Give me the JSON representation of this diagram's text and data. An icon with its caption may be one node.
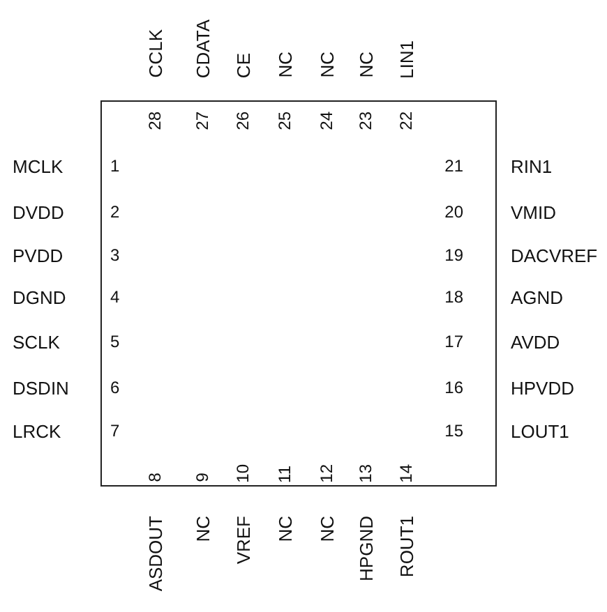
{
  "diagram": {
    "labels": [
      "CCLK",
      "CDATA",
      "CE",
      "NC",
      "NC",
      "NC",
      "LIN1",
      "28",
      "27",
      "26",
      "25",
      "24",
      "23",
      "22",
      "MCLK",
      "1",
      "21",
      "RIN1",
      "DVDD",
      "2",
      "20",
      "VMID",
      "PVDD",
      "3",
      "19",
      "DACVREF",
      "DGND",
      "4",
      "18",
      "AGND",
      "SCLK",
      "5",
      "17",
      "AVDD",
      "DSDIN",
      "6",
      "16",
      "HPVDD",
      "LRCK",
      "7",
      "15",
      "LOUT1",
      "8",
      "9",
      "10",
      "11",
      "12",
      "13",
      "14",
      "ASDOUT",
      "NC",
      "VREF",
      "NC",
      "NC",
      "HPGND",
      "ROUT1"
    ]
  }
}
